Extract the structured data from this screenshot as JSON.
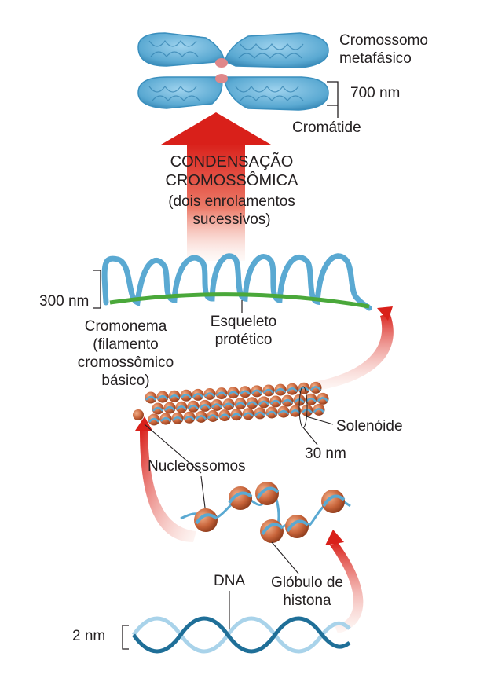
{
  "colors": {
    "chromatin_blue": "#5aa9d2",
    "chromatin_dark": "#2f7fae",
    "histone": "#c8643a",
    "scaffold": "#4aa83a",
    "arrow_red": "#d9201a",
    "dna_dark": "#1f6f98",
    "dna_light": "#a9d3ea"
  },
  "labels": {
    "chromosome": "Cromossomo\nmetafásico",
    "nm700": "700 nm",
    "chromatid": "Cromátide",
    "condensation_1": "CONDENSAÇÃO",
    "condensation_2": "CROMOSSÔMICA",
    "condensation_3": "(dois enrolamentos",
    "condensation_4": "sucessivos)",
    "nm300": "300 nm",
    "chromonema": "Cromonema\n(filamento\ncromossômico\nbásico)",
    "scaffold": "Esqueleto\nprotético",
    "solenoid": "Solenóide",
    "nm30": "30 nm",
    "nucleosomes": "Nucleossomos",
    "dna": "DNA",
    "histone": "Glóbulo de\nhistona",
    "nm2": "2 nm"
  }
}
